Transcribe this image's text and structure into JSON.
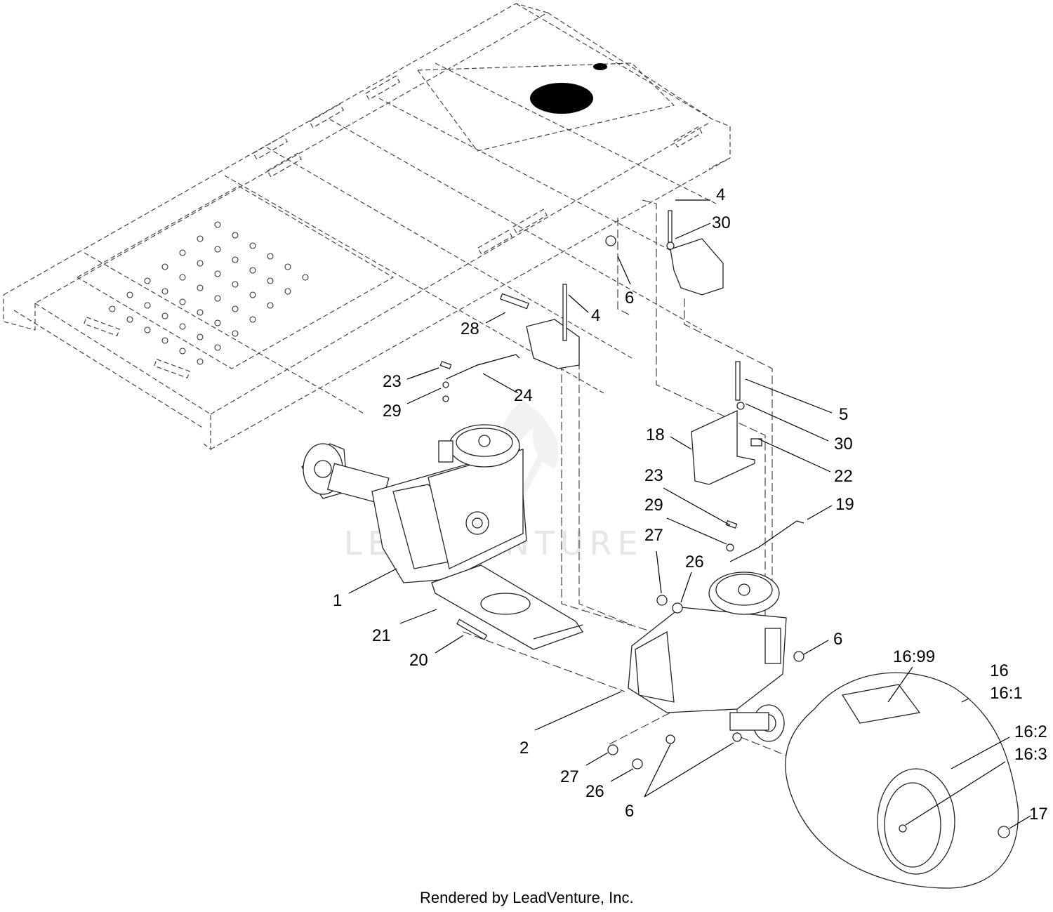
{
  "diagram": {
    "callouts": {
      "c1": "1",
      "c2": "2",
      "c4a": "4",
      "c4b": "4",
      "c5": "5",
      "c6a": "6",
      "c6b": "6",
      "c6c": "6",
      "c16": "16",
      "c16_1": "16:1",
      "c16_2": "16:2",
      "c16_3": "16:3",
      "c16_99": "16:99",
      "c17": "17",
      "c18": "18",
      "c19": "19",
      "c20": "20",
      "c21": "21",
      "c22": "22",
      "c23a": "23",
      "c23b": "23",
      "c24": "24",
      "c26a": "26",
      "c26b": "26",
      "c27a": "27",
      "c27b": "27",
      "c28": "28",
      "c29a": "29",
      "c29b": "29",
      "c30a": "30",
      "c30b": "30"
    },
    "watermark": "LEADVENTURE",
    "footer": "Rendered by LeadVenture, Inc."
  }
}
